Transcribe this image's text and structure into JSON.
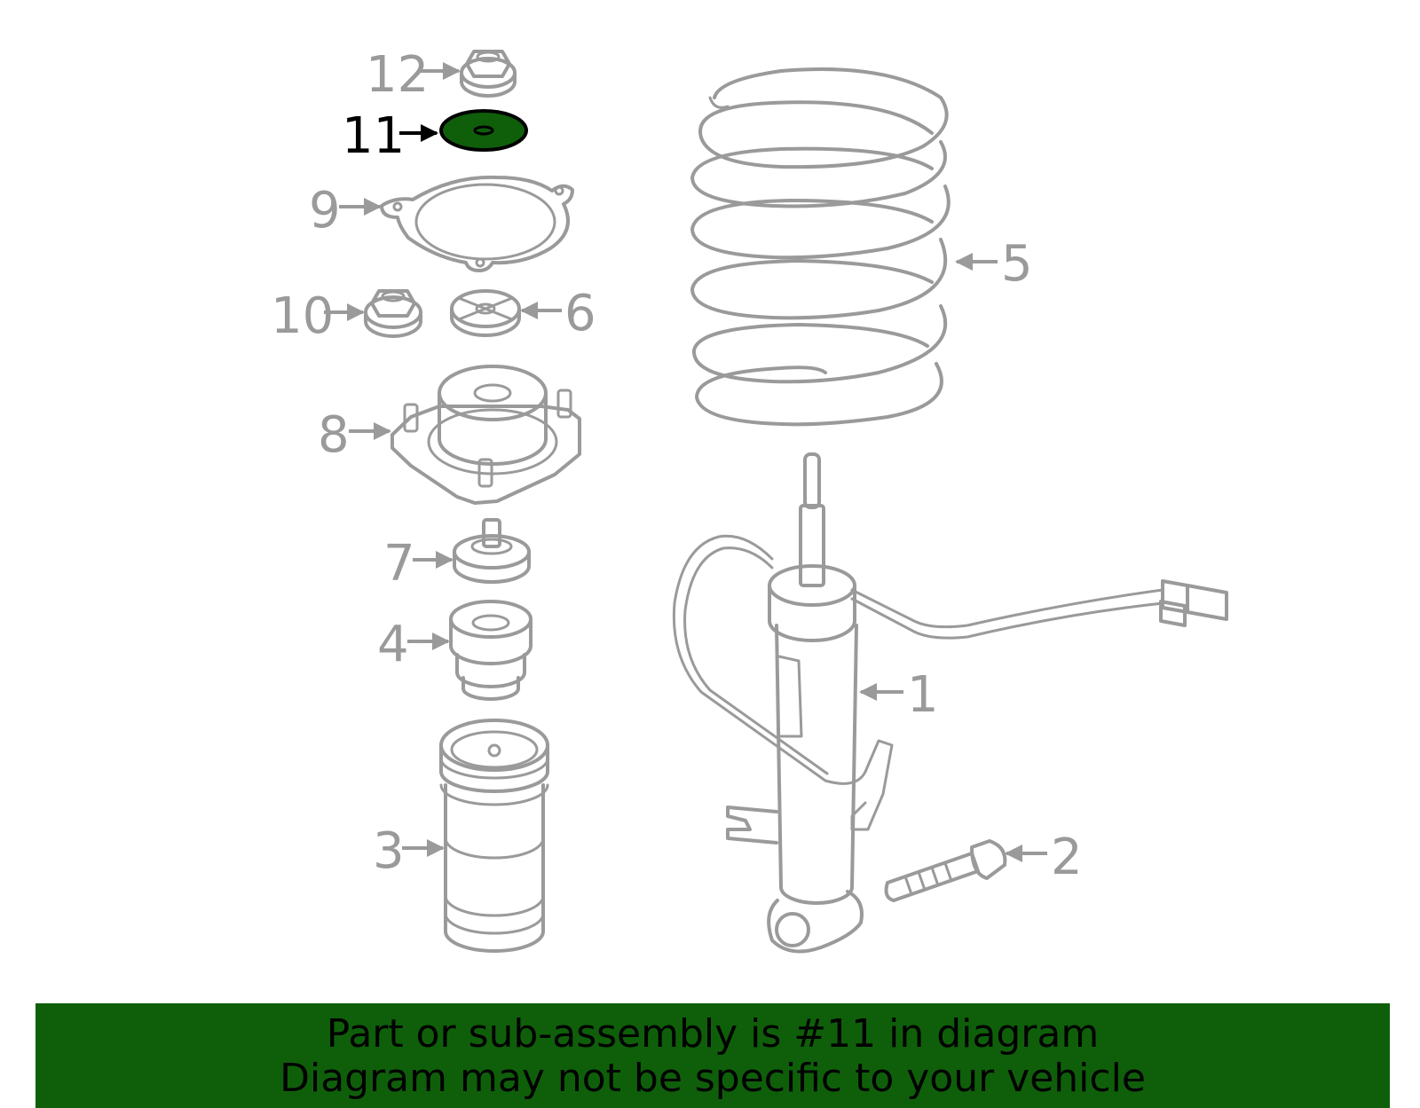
{
  "highlight_color": "#0f5f0a",
  "callouts": {
    "p1": "1",
    "p2": "2",
    "p3": "3",
    "p4": "4",
    "p5": "5",
    "p6": "6",
    "p7": "7",
    "p8": "8",
    "p9": "9",
    "p10": "10",
    "p11": "11",
    "p12": "12"
  },
  "highlighted_part": "11",
  "banner": {
    "line1": "Part or sub-assembly is #11 in diagram",
    "line2": "Diagram may not be specific to your vehicle"
  }
}
